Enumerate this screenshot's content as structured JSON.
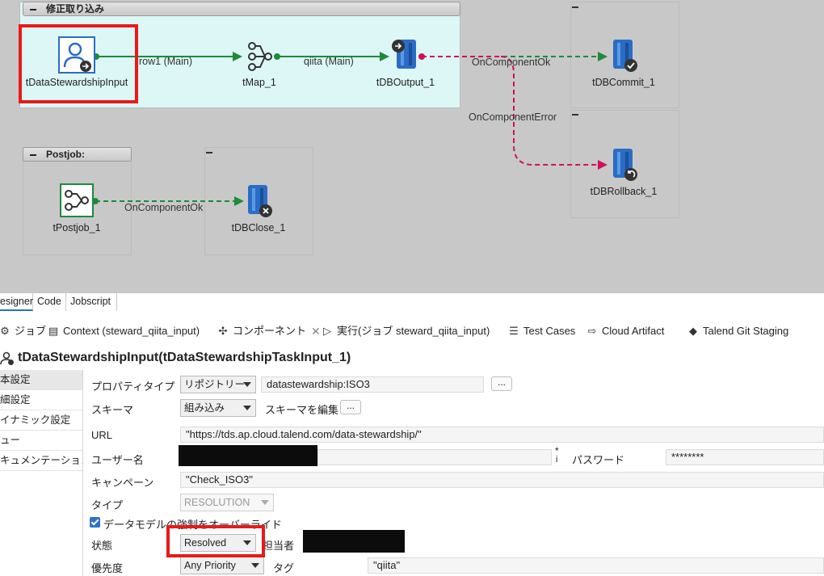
{
  "canvas": {
    "subjob_main_title": "修正取り込み",
    "subjob_post_title": "Postjob:",
    "components": {
      "input": "tDataStewardshipInput",
      "map": "tMap_1",
      "output": "tDBOutput_1",
      "commit": "tDBCommit_1",
      "rollback": "tDBRollback_1",
      "postjob": "tPostjob_1",
      "close": "tDBClose_1"
    },
    "links": {
      "row1": "row1 (Main)",
      "qiita": "qiita (Main)",
      "on_ok_commit": "OnComponentOk",
      "on_error": "OnComponentError",
      "on_ok_close": "OnComponentOk"
    },
    "colors": {
      "main_link": "#1e8a3a",
      "trigger_ok": "#1e8a3a",
      "trigger_error": "#d0105a",
      "highlight": "#e81a1a",
      "db_blue": "#2b6cc4"
    }
  },
  "view_tabs": [
    "esigner",
    "Code",
    "Jobscript"
  ],
  "panel_tabs": {
    "job": "ジョブ",
    "context": "Context (steward_qiita_input)",
    "component": "コンポーネント",
    "run": "実行(ジョブ steward_qiita_input)",
    "test_cases": "Test Cases",
    "cloud_artifact": "Cloud Artifact",
    "git_staging": "Talend Git Staging"
  },
  "component_title": "tDataStewardshipInput(tDataStewardshipTaskInput_1)",
  "left_tabs": [
    "基本設定",
    "詳細設定",
    "ダイナミック設定",
    "ビュー",
    "ドキュメンテーション"
  ],
  "left_tabs_visible": [
    "本設定",
    "細設定",
    "イナミック設定",
    "ュー",
    "キュメンテーション"
  ],
  "form": {
    "property_type_label": "プロパティタイプ",
    "property_type_value": "リポジトリー",
    "property_repo_value": "datastewardship:ISO3",
    "schema_label": "スキーマ",
    "schema_value": "組み込み",
    "schema_edit_label": "スキーマを編集",
    "dots": "...",
    "url_label": "URL",
    "url_value": "\"https://tds.ap.cloud.talend.com/data-stewardship/\"",
    "username_label": "ユーザー名",
    "password_label": "パスワード",
    "password_value": "********",
    "campaign_label": "キャンペーン",
    "campaign_value": "\"Check_ISO3\"",
    "type_label": "タイプ",
    "type_value": "RESOLUTION",
    "override_label": "データモデルの強制をオーバーライド",
    "state_label": "状態",
    "state_value": "Resolved",
    "assignee_label": "担当者",
    "priority_label": "優先度",
    "priority_value": "Any Priority",
    "tag_label": "タグ",
    "tag_value": "\"qiita\"",
    "req_star": "*",
    "req_info": "i"
  }
}
